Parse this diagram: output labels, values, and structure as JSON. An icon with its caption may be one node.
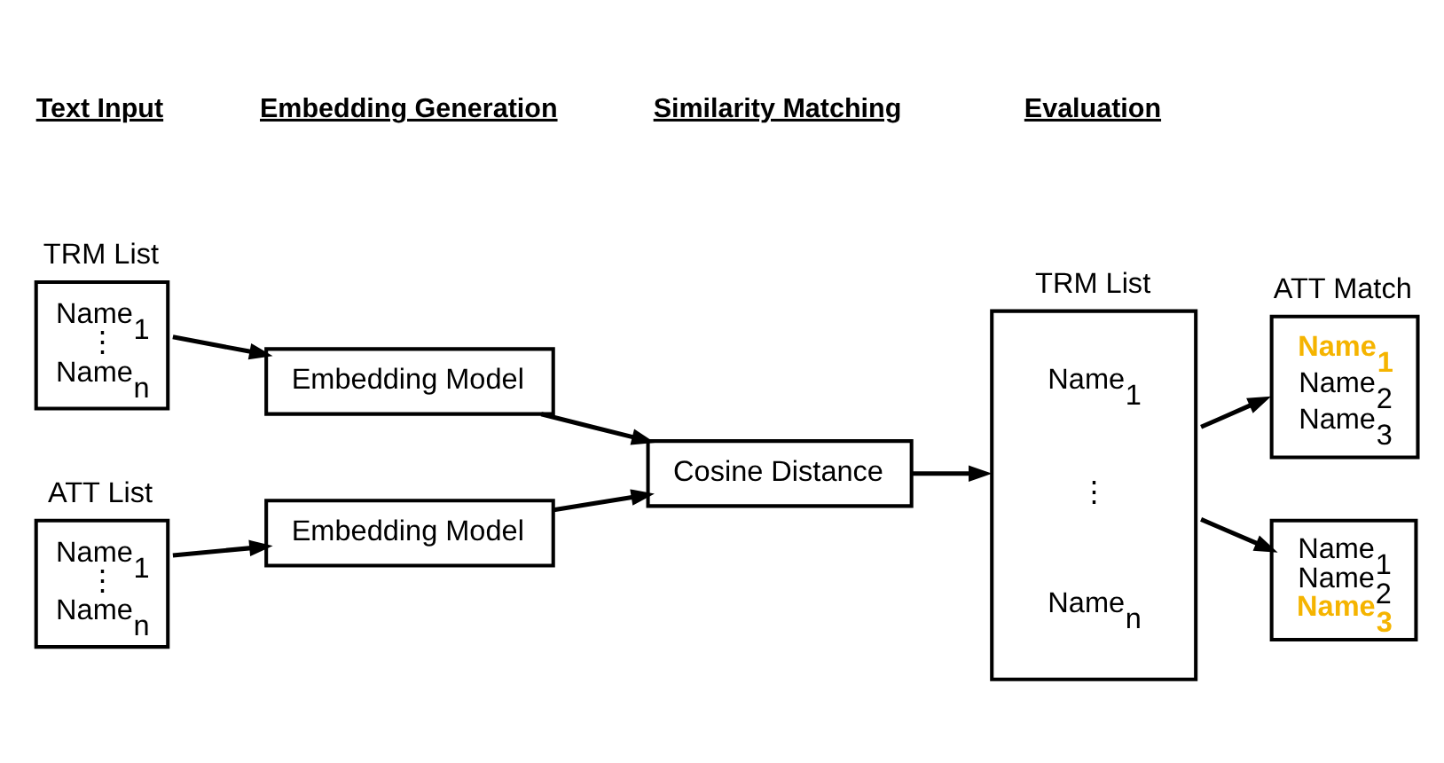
{
  "diagram": {
    "nodes": [
      {
        "text": [
          "TRM List",
          "Name$_{1}$ ⋮ Name$_{n}$"
        ]
      },
      {
        "text": [
          "ATT List",
          "Name$_{1}$ ⋮ Name$_{n}$"
        ]
      },
      {
        "text": [
          "Embedding Model"
        ]
      },
      {
        "text": [
          "Embedding Model"
        ]
      },
      {
        "text": [
          "Cosine Distance"
        ]
      },
      {
        "text": [
          "TRM List",
          "Name$_{1}$",
          "⋮",
          "Name$_{n}$"
        ]
      },
      {
        "text": [
          "ATT Match",
          "**Name$_{1}$**",
          "Name$_{2}$",
          "Name$_{3}$"
        ]
      },
      {
        "text": [
          "Name$_{1}$",
          "Name$_{2}$",
          "**Name$_{3}$**"
        ]
      }
    ],
    "edges": [
      {
        "from": 0,
        "to": 2,
        "arrow": "to"
      },
      {
        "from": 1,
        "to": 3,
        "arrow": "to"
      },
      {
        "from": 2,
        "to": 4,
        "arrow": "to"
      },
      {
        "from": 3,
        "to": 4,
        "arrow": "to"
      },
      {
        "from": 4,
        "to": 5,
        "arrow": "to"
      },
      {
        "from": 5,
        "to": 6,
        "arrow": "to"
      },
      {
        "from": 5,
        "to": 7,
        "arrow": "to"
      }
    ],
    "labels": [
      "Text Input",
      "Embedding Generation",
      "Similarity Matching",
      "Evaluation"
    ]
  }
}
